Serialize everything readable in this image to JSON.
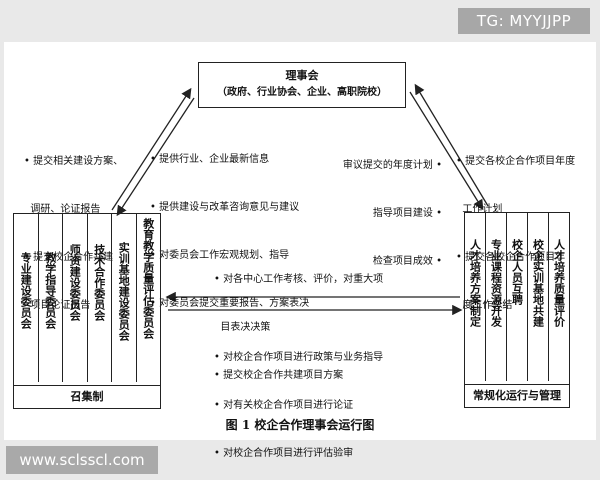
{
  "watermarks": {
    "top_right": "TG: MYYJJPP",
    "bottom_left": "www.sclsscl.com"
  },
  "council": {
    "title": "理事会",
    "members": "（政府、行业协会、企业、高职院校）"
  },
  "left_group": {
    "columns": [
      "专业建设委员会",
      "教学指导委员会",
      "师资建设委员会",
      "技术合作委员会",
      "实训基地建设委员会",
      "教育教学质量评估委员会"
    ],
    "footer": "召集制"
  },
  "right_group": {
    "columns": [
      "人才培养方案制定",
      "专业课程资源开发",
      "校企人员互聘",
      "校企实训基地共建",
      "人才培养质量评价"
    ],
    "footer": "常规化运行与管理"
  },
  "notes": {
    "left_up": [
      "• 提交相关建设方案、",
      "  调研、论证报告",
      "• 提交校企合作共建",
      "  项目论证报告"
    ],
    "left_down": [
      "• 提供行业、企业最新信息",
      "• 提供建设与改革咨询意见与建议",
      "• 对委员会工作宏观规划、指导",
      "• 对委员会提交重要报告、方案表决"
    ],
    "right_down": [
      "审议提交的年度计划 •",
      "指导项目建设 •",
      "检查项目成效 •"
    ],
    "right_up": [
      "• 提交各校企合作项目年度",
      "  工作计划",
      "• 提交各校企合作项目年",
      "  度工作总结"
    ],
    "middle_top": [
      "• 对各中心工作考核、评价，对重大项",
      "  目表决决策",
      "• 提交校企合作共建项目方案"
    ],
    "middle_bottom": [
      "• 对校企合作项目进行政策与业务指导",
      "• 对有关校企合作项目进行论证",
      "• 对校企合作项目进行评估验审"
    ]
  },
  "caption": "图 1    校企合作理事会运行图"
}
